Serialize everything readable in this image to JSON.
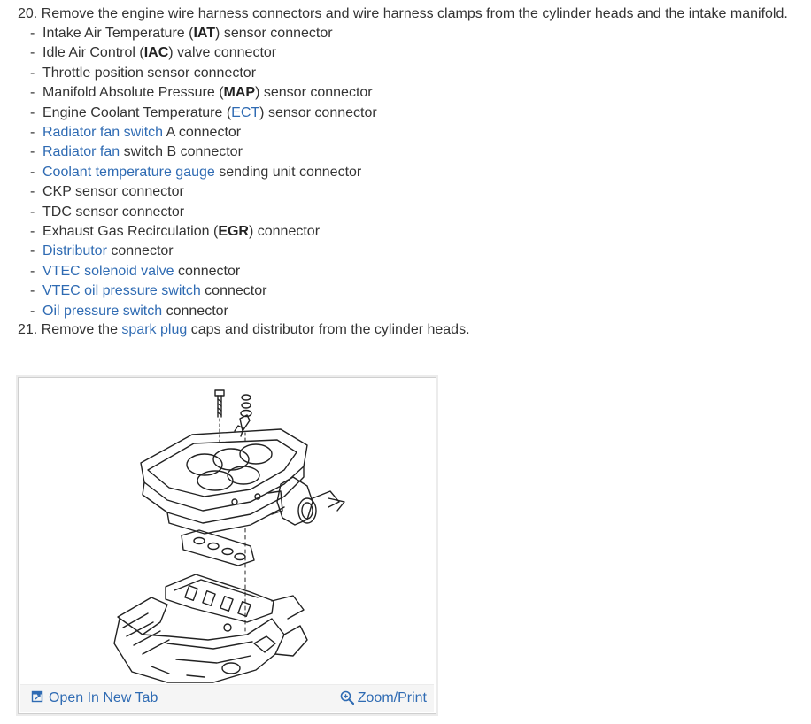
{
  "step20": {
    "number": "20.",
    "text": "Remove the engine wire harness connectors and wire harness clamps from the cylinder heads and the intake manifold.",
    "items": [
      {
        "pre": "Intake Air Temperature (",
        "bold": "IAT",
        "post": ") sensor connector"
      },
      {
        "pre": "Idle Air Control (",
        "bold": "IAC",
        "post": ") valve connector"
      },
      {
        "pre": "Throttle position sensor connector"
      },
      {
        "pre": "Manifold Absolute Pressure (",
        "bold": "MAP",
        "post": ") sensor connector"
      },
      {
        "pre": "Engine Coolant Temperature (",
        "link": "ECT",
        "post": ") sensor connector"
      },
      {
        "link": "Radiator fan switch",
        "post": " A connector"
      },
      {
        "link": "Radiator fan",
        "post": " switch B connector"
      },
      {
        "link": "Coolant temperature gauge",
        "post": " sending unit connector"
      },
      {
        "pre": "CKP sensor connector"
      },
      {
        "pre": "TDC sensor connector"
      },
      {
        "pre": "Exhaust Gas Recirculation (",
        "bold": "EGR",
        "post": ") connector"
      },
      {
        "link": "Distributor",
        "post": " connector"
      },
      {
        "link": "VTEC solenoid valve",
        "post": " connector"
      },
      {
        "link": "VTEC oil pressure switch",
        "post": " connector"
      },
      {
        "link": "Oil pressure switch",
        "post": " connector"
      }
    ]
  },
  "step21": {
    "number": "21.",
    "pre": "Remove the ",
    "link": "spark plug",
    "post": " caps and distributor from the cylinder heads."
  },
  "figure": {
    "open_label": "Open In New Tab",
    "zoom_label": "Zoom/Print"
  },
  "colors": {
    "link": "#2f6bb3",
    "text": "#333333"
  },
  "icons": {
    "open": "open-new-tab-icon",
    "zoom": "zoom-magnifier-icon"
  }
}
